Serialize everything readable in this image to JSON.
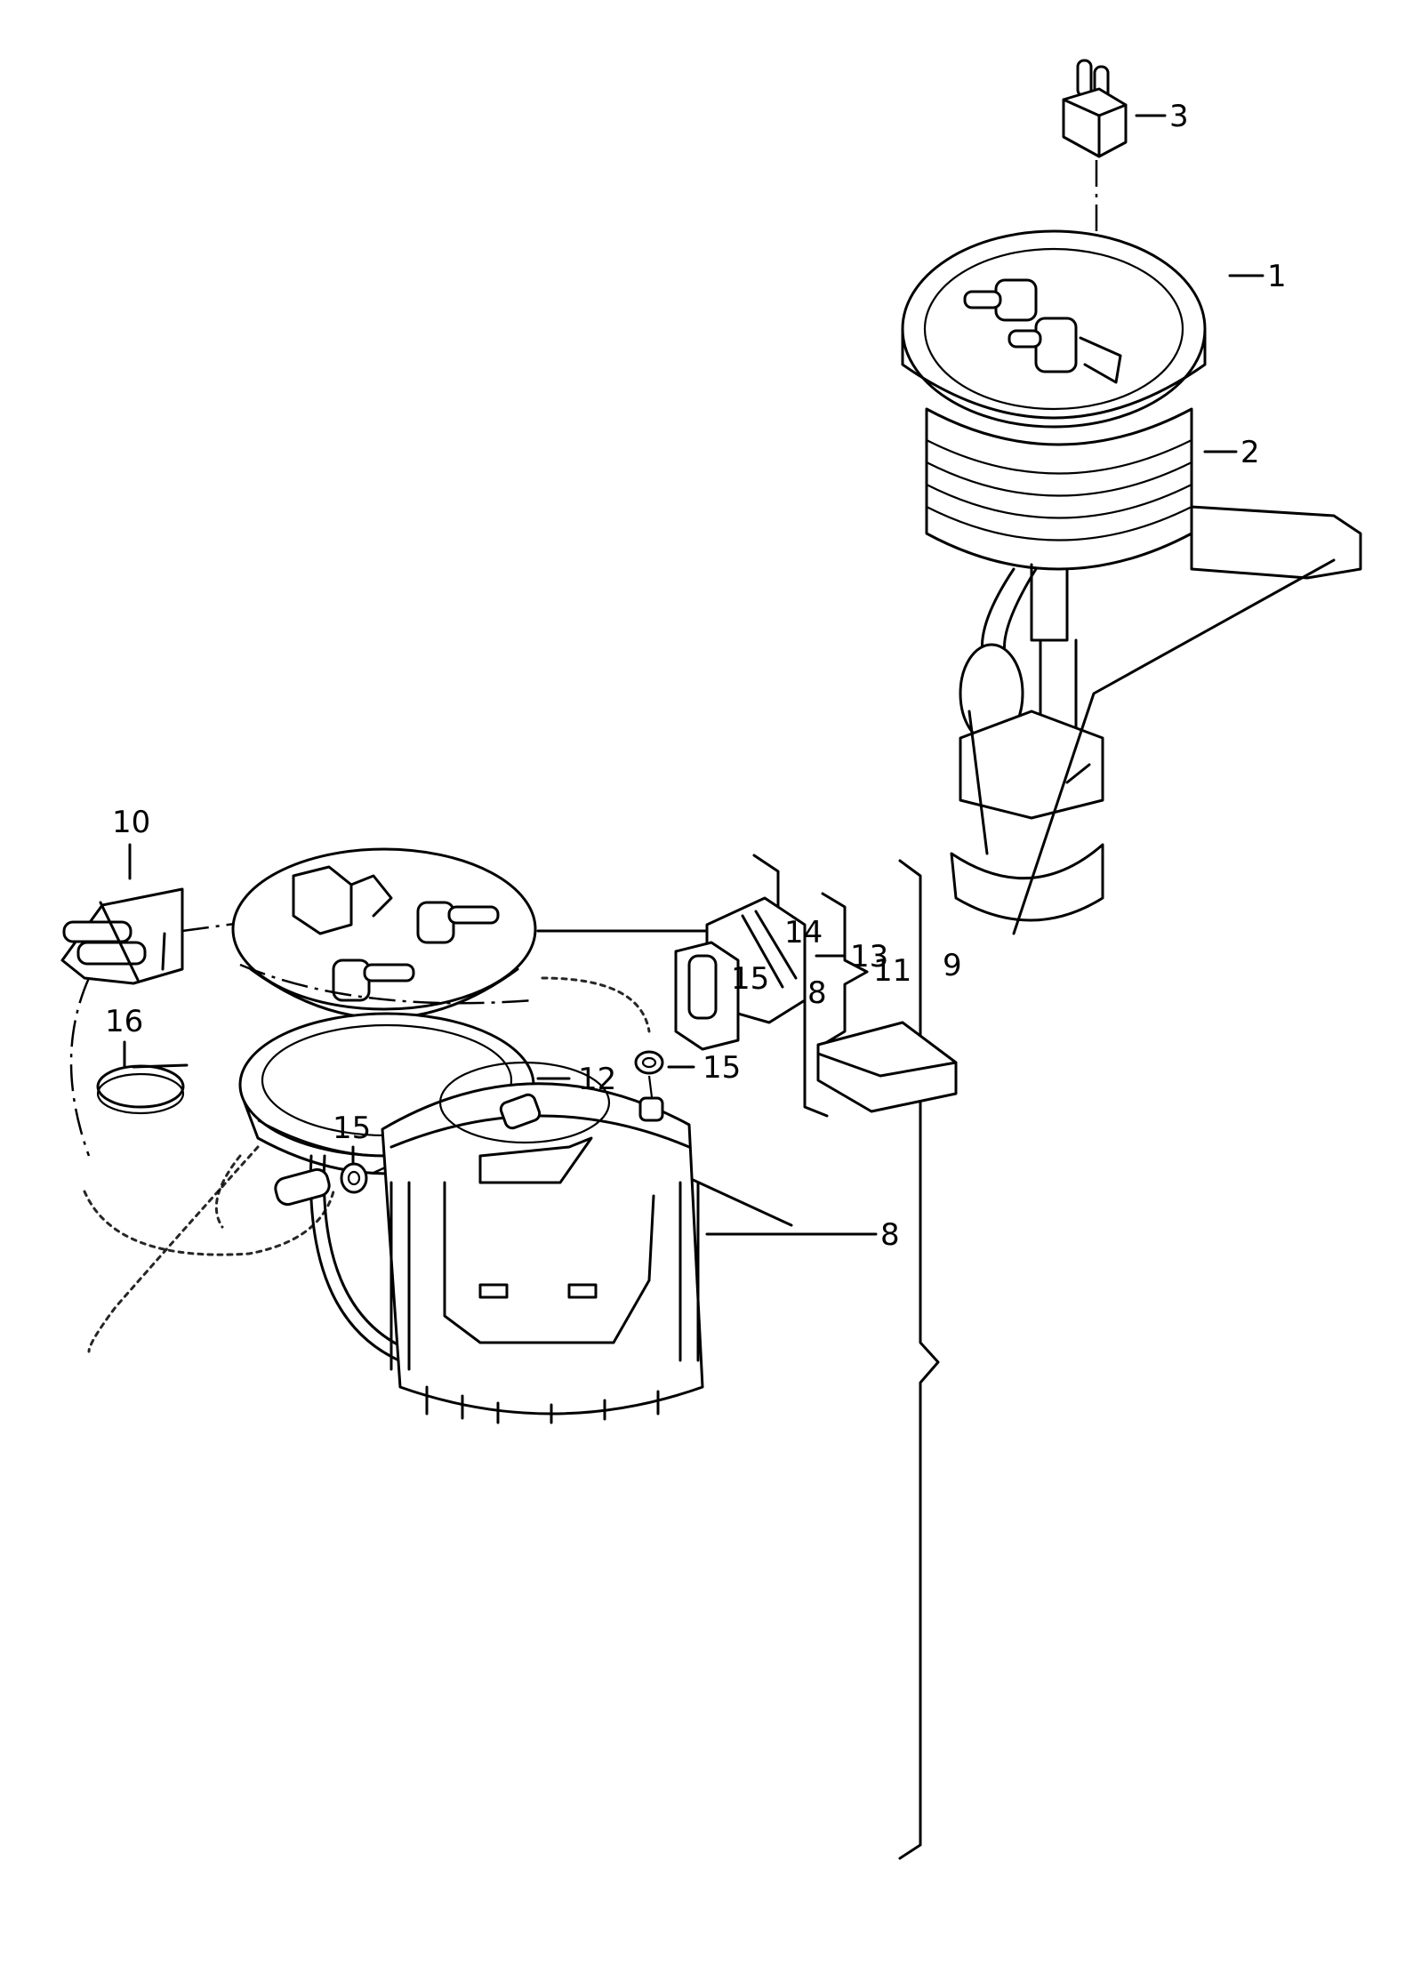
{
  "diagram": {
    "title": "Fuel pump / fuel gauge sender exploded parts diagram",
    "callouts": [
      {
        "id": "c3",
        "text": "3",
        "part": "connector"
      },
      {
        "id": "c1",
        "text": "1",
        "part": "flange cap"
      },
      {
        "id": "c2",
        "text": "2",
        "part": "sender ring"
      },
      {
        "id": "c10",
        "text": "10",
        "part": "connector plug"
      },
      {
        "id": "c16",
        "text": "16",
        "part": "hose clamp"
      },
      {
        "id": "c14",
        "text": "14",
        "part": "flange"
      },
      {
        "id": "c15a",
        "text": "15",
        "part": "seal"
      },
      {
        "id": "c8a",
        "text": "8",
        "part": "pump module"
      },
      {
        "id": "c11",
        "text": "11",
        "part": "assembly"
      },
      {
        "id": "c12",
        "text": "12",
        "part": "seal ring"
      },
      {
        "id": "c13",
        "text": "13",
        "part": "sender unit"
      },
      {
        "id": "c9",
        "text": "9",
        "part": "assembly group"
      },
      {
        "id": "c15b",
        "text": "15",
        "part": "seal"
      },
      {
        "id": "c15c",
        "text": "15",
        "part": "seal"
      },
      {
        "id": "c8b",
        "text": "8",
        "part": "pump housing"
      }
    ]
  }
}
